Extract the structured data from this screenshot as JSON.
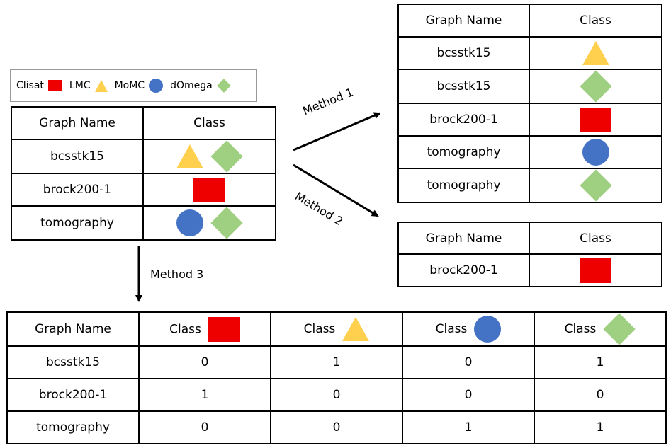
{
  "colors": {
    "red": "#ee0000",
    "yellow": "#ffd04d",
    "blue": "#4472c4",
    "green": "#9fcf80"
  },
  "legend": [
    {
      "label": "Clisat",
      "shape": "square",
      "color": "red"
    },
    {
      "label": "LMC",
      "shape": "triangle",
      "color": "yellow"
    },
    {
      "label": "MoMC",
      "shape": "circle",
      "color": "blue"
    },
    {
      "label": "dOmega",
      "shape": "diamond",
      "color": "green"
    }
  ],
  "arrows": {
    "method1": "Method 1",
    "method2": "Method 2",
    "method3": "Method 3"
  },
  "original_table": {
    "headers": [
      "Graph Name",
      "Class"
    ],
    "rows": [
      {
        "name": "bcsstk15",
        "classes": [
          "triangle",
          "diamond"
        ]
      },
      {
        "name": "brock200-1",
        "classes": [
          "square"
        ]
      },
      {
        "name": "tomography",
        "classes": [
          "circle",
          "diamond"
        ]
      }
    ]
  },
  "method1_table": {
    "headers": [
      "Graph Name",
      "Class"
    ],
    "rows": [
      {
        "name": "bcsstk15",
        "classes": [
          "triangle"
        ]
      },
      {
        "name": "bcsstk15",
        "classes": [
          "diamond"
        ]
      },
      {
        "name": "brock200-1",
        "classes": [
          "square"
        ]
      },
      {
        "name": "tomography",
        "classes": [
          "circle"
        ]
      },
      {
        "name": "tomography",
        "classes": [
          "diamond"
        ]
      }
    ]
  },
  "method2_table": {
    "headers": [
      "Graph Name",
      "Class"
    ],
    "rows": [
      {
        "name": "brock200-1",
        "classes": [
          "square"
        ]
      }
    ]
  },
  "method3_table": {
    "headers": [
      "Graph Name",
      "Class",
      "Class",
      "Class",
      "Class"
    ],
    "header_shapes": [
      "square",
      "triangle",
      "circle",
      "diamond"
    ],
    "rows": [
      {
        "name": "bcsstk15",
        "values": [
          "0",
          "1",
          "0",
          "1"
        ]
      },
      {
        "name": "brock200-1",
        "values": [
          "1",
          "0",
          "0",
          "0"
        ]
      },
      {
        "name": "tomography",
        "values": [
          "0",
          "0",
          "1",
          "1"
        ]
      }
    ]
  }
}
